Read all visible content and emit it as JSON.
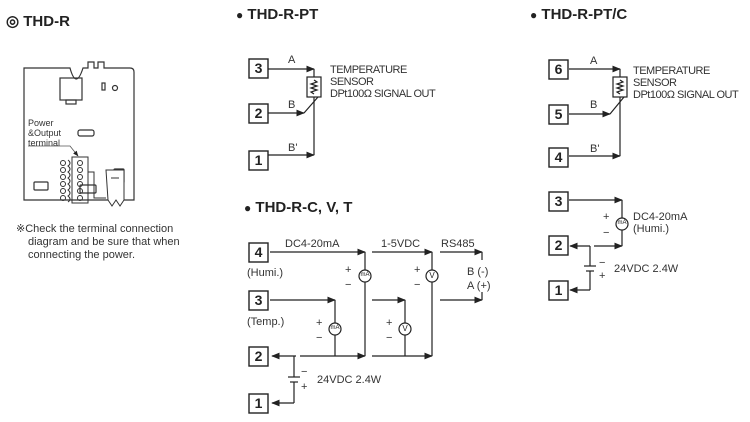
{
  "sections": {
    "thd_r": {
      "title": "THD-R",
      "title_marker": "◎",
      "device_label": [
        "Power",
        "&Output",
        "terminal"
      ],
      "note_marker": "※",
      "note_lines": [
        "Check the terminal connection",
        "diagram and be sure that when",
        "connecting the power."
      ]
    },
    "thd_r_pt": {
      "title": "THD-R-PT",
      "title_marker": "●",
      "terminals": [
        "3",
        "2",
        "1"
      ],
      "wire_labels": [
        "A",
        "B",
        "B'"
      ],
      "sensor_lines": [
        "TEMPERATURE",
        "SENSOR",
        "DPt100Ω SIGNAL OUT"
      ]
    },
    "thd_r_pt_c": {
      "title": "THD-R-PT/C",
      "title_marker": "●",
      "terminals": [
        "6",
        "5",
        "4"
      ],
      "wire_labels": [
        "A",
        "B",
        "B'"
      ],
      "sensor_lines": [
        "TEMPERATURE",
        "SENSOR",
        "DPt100Ω SIGNAL OUT"
      ],
      "power_diagram": {
        "terminals": [
          "3",
          "2",
          "1"
        ],
        "meter": "mA",
        "plus": "+",
        "minus": "−",
        "signal_lines": [
          "DC4-20mA",
          "(Humi.)"
        ],
        "supply": "24VDC 2.4W"
      }
    },
    "thd_r_cvt": {
      "title": "THD-R-C, V, T",
      "title_marker": "●",
      "terminals": [
        "4",
        "3",
        "2",
        "1"
      ],
      "terminal_notes": [
        "(Humi.)",
        "(Temp.)"
      ],
      "column_headers": [
        "DC4-20mA",
        "1-5VDC",
        "RS485"
      ],
      "meters": [
        "mA",
        "mA",
        "V",
        "V"
      ],
      "plus": "+",
      "minus": "−",
      "rs485_lines": [
        "B (-)",
        "A (+)"
      ],
      "supply": "24VDC 2.4W"
    }
  }
}
